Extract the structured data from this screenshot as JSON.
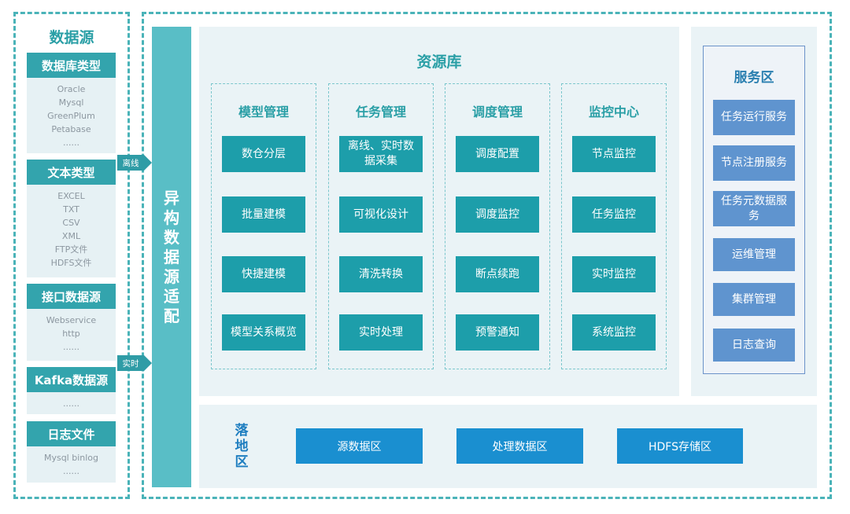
{
  "data_sources": {
    "title": "数据源",
    "groups": [
      {
        "name": "数据库类型",
        "items": [
          "Oracle",
          "Mysql",
          "GreenPlum",
          "Petabase",
          "......"
        ]
      },
      {
        "name": "文本类型",
        "items": [
          "EXCEL",
          "TXT",
          "CSV",
          "XML",
          "FTP文件",
          "HDFS文件"
        ]
      },
      {
        "name": "接口数据源",
        "items": [
          "Webservice",
          "http",
          "......"
        ]
      },
      {
        "name": "Kafka数据源",
        "items": [
          "......"
        ]
      },
      {
        "name": "日志文件",
        "items": [
          "Mysql binlog",
          "......"
        ]
      }
    ]
  },
  "arrows": {
    "offline": "离线",
    "realtime": "实时"
  },
  "adapter": {
    "label": "异构数据源适配"
  },
  "resource": {
    "title": "资源库",
    "columns": [
      {
        "title": "模型管理",
        "items": [
          "数仓分层",
          "批量建模",
          "快捷建模",
          "模型关系概览"
        ]
      },
      {
        "title": "任务管理",
        "items": [
          "离线、实时数据采集",
          "可视化设计",
          "清洗转换",
          "实时处理"
        ]
      },
      {
        "title": "调度管理",
        "items": [
          "调度配置",
          "调度监控",
          "断点续跑",
          "预警通知"
        ]
      },
      {
        "title": "监控中心",
        "items": [
          "节点监控",
          "任务监控",
          "实时监控",
          "系统监控"
        ]
      }
    ]
  },
  "service": {
    "title": "服务区",
    "items": [
      "任务运行服务",
      "节点注册服务",
      "任务元数据服务",
      "运维管理",
      "集群管理",
      "日志查询"
    ]
  },
  "landing": {
    "label": "落地区",
    "items": [
      "源数据区",
      "处理数据区",
      "HDFS存储区"
    ]
  }
}
